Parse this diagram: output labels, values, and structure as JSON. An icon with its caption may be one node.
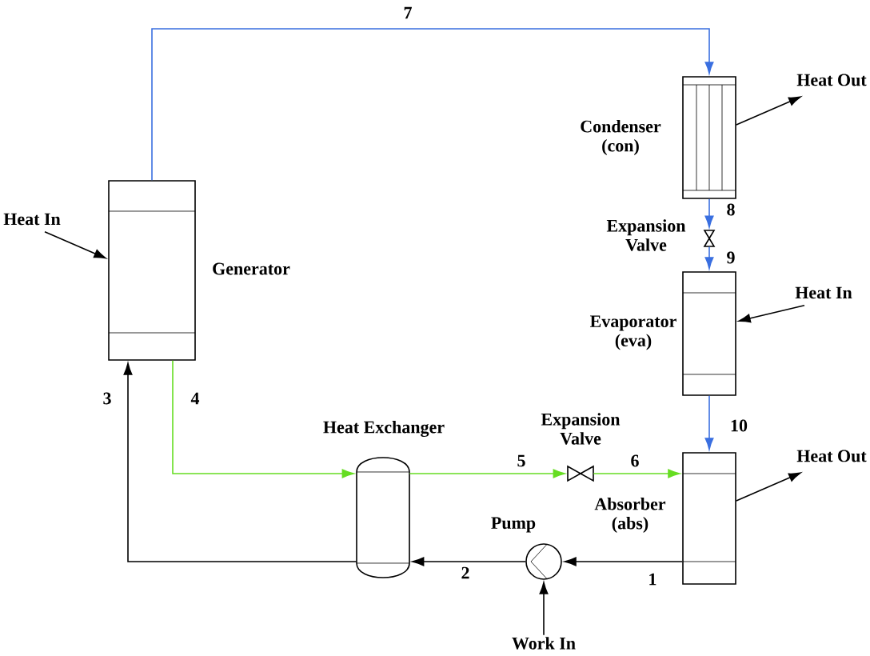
{
  "diagram": {
    "nodes": [
      {
        "text": [],
        "shape": "box",
        "beside": [
          "Generator"
        ]
      },
      {
        "text": [
          "Heat In"
        ]
      },
      {
        "text": [],
        "shape": "box",
        "beside": [
          "Condenser (con)"
        ]
      },
      {
        "text": [
          "Heat Out"
        ]
      },
      {
        "text": [],
        "shape": "valve",
        "beside": [
          "Expansion Valve"
        ]
      },
      {
        "text": [],
        "shape": "box",
        "beside": [
          "Evaporator (eva)"
        ]
      },
      {
        "text": [
          "Heat In"
        ]
      },
      {
        "text": [],
        "shape": "cylinder",
        "beside": [
          "Heat Exchanger"
        ]
      },
      {
        "text": [],
        "shape": "valve",
        "beside": [
          "Expansion Valve"
        ]
      },
      {
        "text": [],
        "shape": "box",
        "beside": [
          "Absorber (abs)"
        ]
      },
      {
        "text": [
          "Heat Out"
        ]
      },
      {
        "text": [],
        "shape": "pump",
        "beside": [
          "Pump"
        ]
      },
      {
        "text": [
          "Work In"
        ]
      }
    ],
    "edges": [
      {
        "from": 0,
        "to": 2,
        "arrow": "to",
        "label": "7",
        "color": "#3a6fe0"
      },
      {
        "from": 2,
        "to": 4,
        "arrow": "to",
        "label": "8",
        "color": "#3a6fe0"
      },
      {
        "from": 4,
        "to": 5,
        "arrow": "to",
        "label": "9",
        "color": "#3a6fe0"
      },
      {
        "from": 5,
        "to": 9,
        "arrow": "to",
        "label": "10",
        "color": "#3a6fe0"
      },
      {
        "from": 0,
        "to": 7,
        "arrow": "to",
        "label": "4",
        "color": "#66dd22"
      },
      {
        "from": 7,
        "to": 8,
        "arrow": "to",
        "label": "5",
        "color": "#66dd22"
      },
      {
        "from": 8,
        "to": 9,
        "arrow": "to",
        "label": "6",
        "color": "#66dd22"
      },
      {
        "from": 9,
        "to": 11,
        "arrow": "to",
        "label": "1"
      },
      {
        "from": 11,
        "to": 7,
        "arrow": "to",
        "label": "2"
      },
      {
        "from": 7,
        "to": 0,
        "arrow": "to",
        "label": "3"
      },
      {
        "from": 1,
        "to": 0,
        "arrow": "to"
      },
      {
        "from": 2,
        "to": 3,
        "arrow": "to"
      },
      {
        "from": 6,
        "to": 5,
        "arrow": "to"
      },
      {
        "from": 9,
        "to": 10,
        "arrow": "to"
      },
      {
        "from": 12,
        "to": 11,
        "arrow": "to"
      }
    ]
  }
}
